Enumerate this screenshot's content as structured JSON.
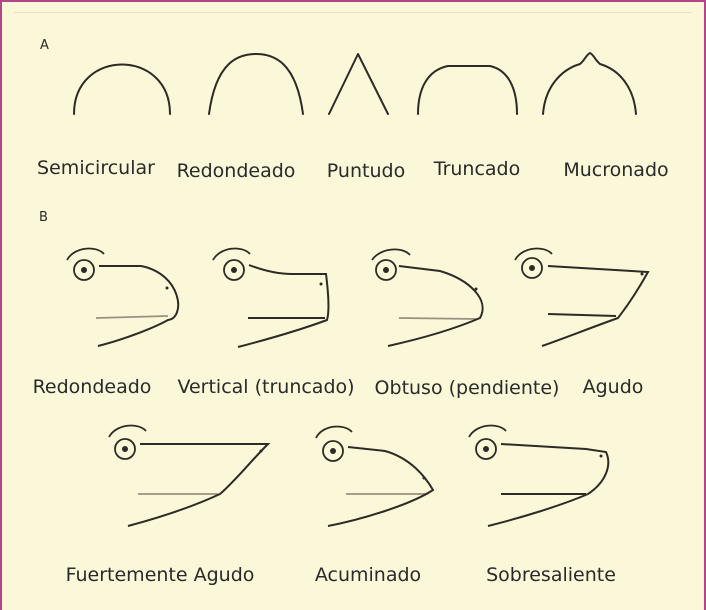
{
  "colors": {
    "border": "#b2458c",
    "background": "#fbf7d9",
    "stroke": "#2f2a25",
    "mouth_line": "#9a9080"
  },
  "section_a": {
    "letter": "A",
    "shapes": [
      {
        "id": "semicircular",
        "label": "Semicircular",
        "icon": "semicircular-snout-outline"
      },
      {
        "id": "redondeado",
        "label": "Redondeado",
        "icon": "rounded-snout-outline"
      },
      {
        "id": "puntudo",
        "label": "Puntudo",
        "icon": "pointed-snout-outline"
      },
      {
        "id": "truncado",
        "label": "Truncado",
        "icon": "truncate-snout-outline"
      },
      {
        "id": "mucronado",
        "label": "Mucronado",
        "icon": "mucronate-snout-outline"
      }
    ]
  },
  "section_b": {
    "letter": "B",
    "profiles": [
      {
        "id": "redondeado",
        "label": "Redondeado",
        "icon": "frog-head-profile-rounded"
      },
      {
        "id": "vertical",
        "label": "Vertical (truncado)",
        "icon": "frog-head-profile-vertical"
      },
      {
        "id": "obtuso",
        "label": "Obtuso (pendiente)",
        "icon": "frog-head-profile-obtuse"
      },
      {
        "id": "agudo",
        "label": "Agudo",
        "icon": "frog-head-profile-acute"
      },
      {
        "id": "fuertemente-agudo",
        "label": "Fuertemente Agudo",
        "icon": "frog-head-profile-strongly-acute"
      },
      {
        "id": "acuminado",
        "label": "Acuminado",
        "icon": "frog-head-profile-acuminate"
      },
      {
        "id": "sobresaliente",
        "label": "Sobresaliente",
        "icon": "frog-head-profile-protruding"
      }
    ]
  }
}
